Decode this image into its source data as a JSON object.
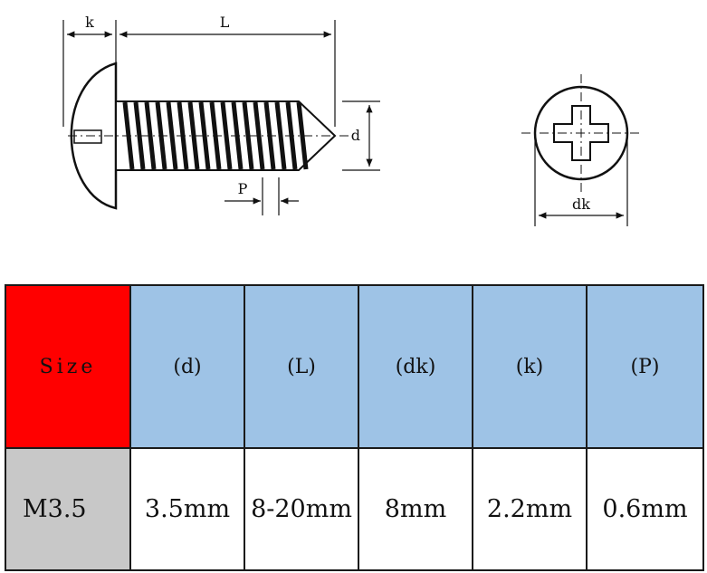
{
  "diagram": {
    "labels": {
      "head_height": "k",
      "length": "L",
      "diameter": "d",
      "pitch": "P",
      "head_diameter": "dk"
    }
  },
  "table": {
    "header_label": "Size",
    "columns": [
      "(d)",
      "(L)",
      "(dk)",
      "(k)",
      "(P)"
    ],
    "row": {
      "size": "M3.5",
      "values": [
        "3.5mm",
        "8-20mm",
        "8mm",
        "2.2mm",
        "0.6mm"
      ]
    }
  },
  "colors": {
    "size_header": "#ff0000",
    "column_header": "#9ec3e6",
    "size_value": "#c8c8c8",
    "value_cell": "#ffffff"
  }
}
